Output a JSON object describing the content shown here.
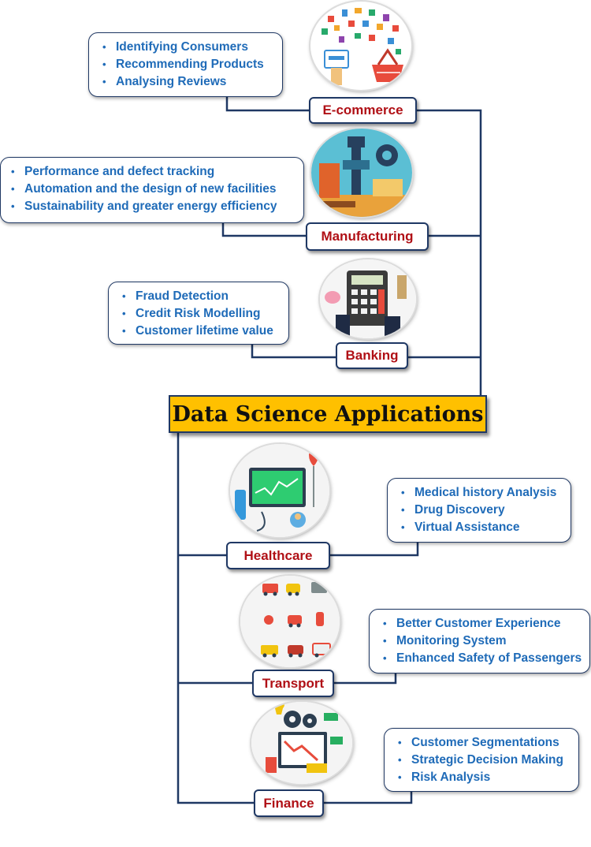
{
  "title": "Data Science Applications",
  "sectors": [
    {
      "name": "E-commerce",
      "icon": "shopping-icon",
      "items": [
        "Identifying Consumers",
        "Recommending Products",
        "Analysing Reviews"
      ]
    },
    {
      "name": "Manufacturing",
      "icon": "factory-icon",
      "items": [
        "Performance and defect tracking",
        "Automation and the design of new facilities",
        "Sustainability and greater energy efficiency"
      ]
    },
    {
      "name": "Banking",
      "icon": "calculator-icon",
      "items": [
        "Fraud Detection",
        "Credit Risk Modelling",
        "Customer lifetime value"
      ]
    },
    {
      "name": "Healthcare",
      "icon": "medical-monitor-icon",
      "items": [
        "Medical history Analysis",
        "Drug Discovery",
        "Virtual Assistance"
      ]
    },
    {
      "name": "Transport",
      "icon": "vehicles-icon",
      "items": [
        "Better Customer Experience",
        "Monitoring System",
        "Enhanced Safety of Passengers"
      ]
    },
    {
      "name": "Finance",
      "icon": "finance-chart-icon",
      "items": [
        "Customer Segmentations",
        "Strategic Decision Making",
        "Risk Analysis"
      ]
    }
  ],
  "colors": {
    "title_bg": "#ffc000",
    "label_text": "#b01016",
    "bullet_text": "#1f6bb8",
    "border": "#1f3864"
  }
}
